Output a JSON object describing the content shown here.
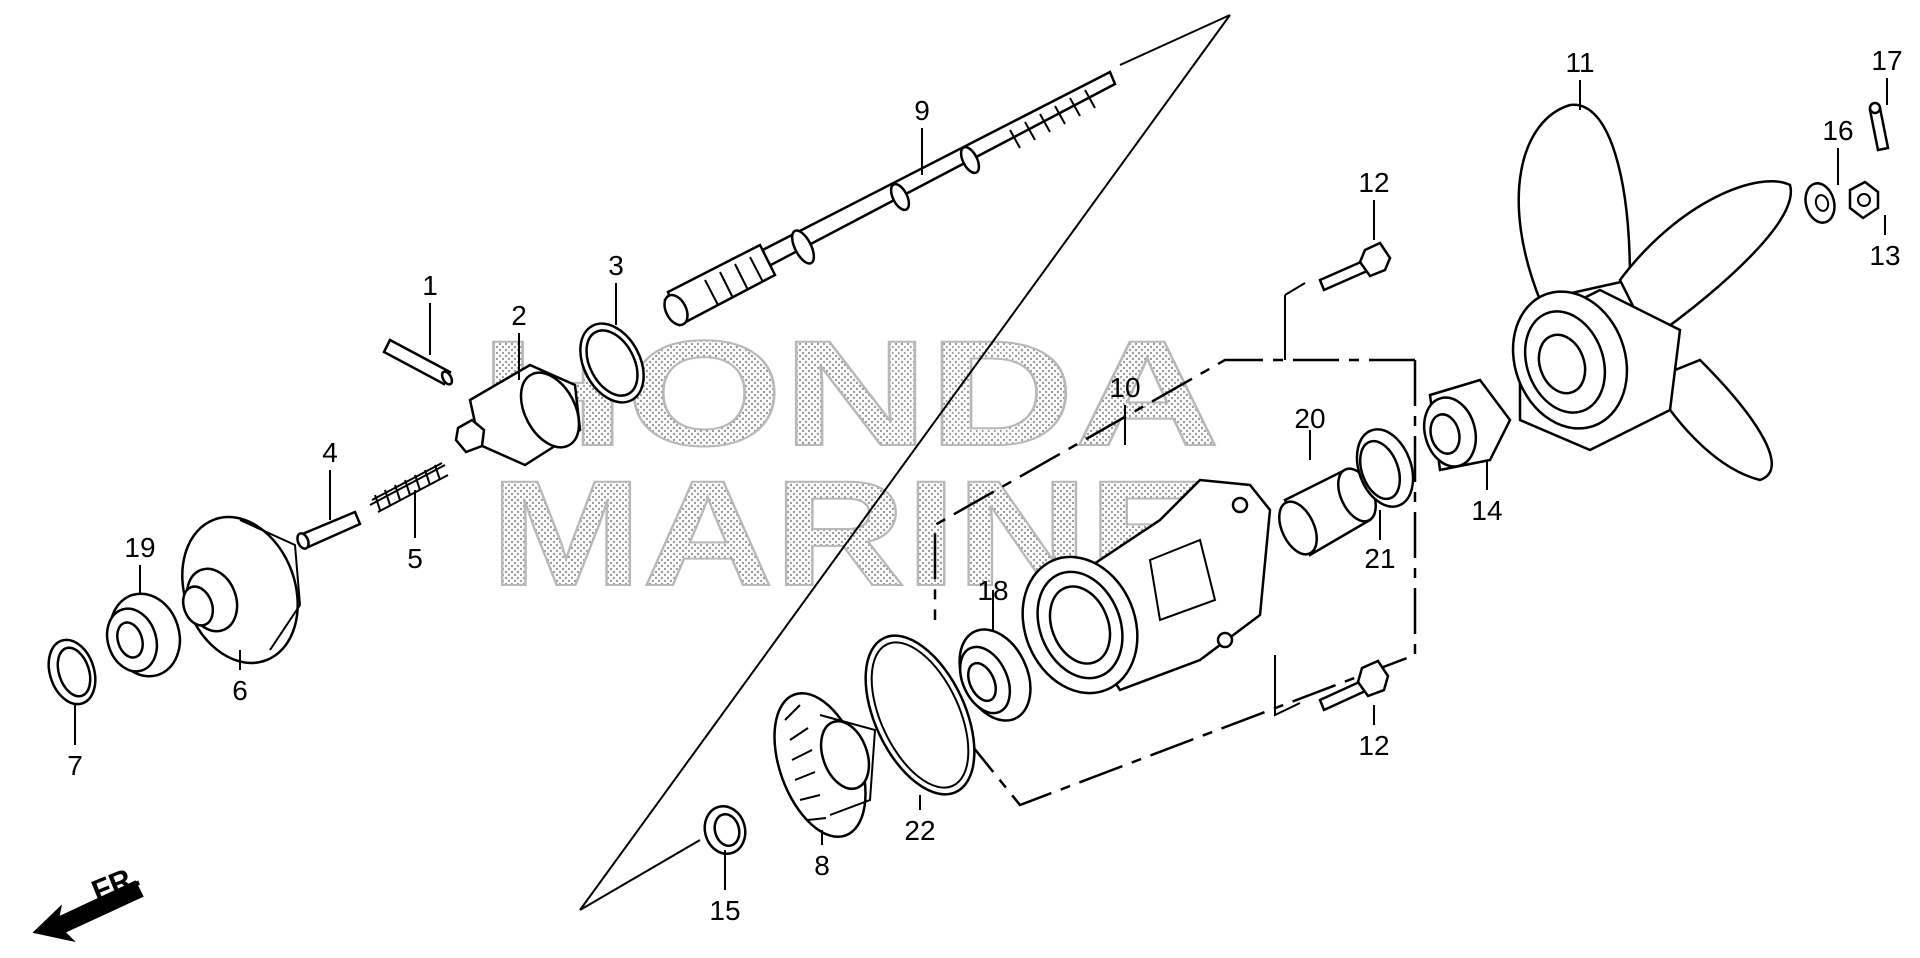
{
  "watermark": {
    "line1": "HONDA",
    "line2": "MARINE"
  },
  "direction_label": "FR.",
  "callouts": [
    "1",
    "2",
    "3",
    "4",
    "5",
    "6",
    "7",
    "8",
    "9",
    "10",
    "11",
    "12",
    "12",
    "13",
    "14",
    "15",
    "16",
    "17",
    "18",
    "19",
    "20",
    "21",
    "22"
  ]
}
